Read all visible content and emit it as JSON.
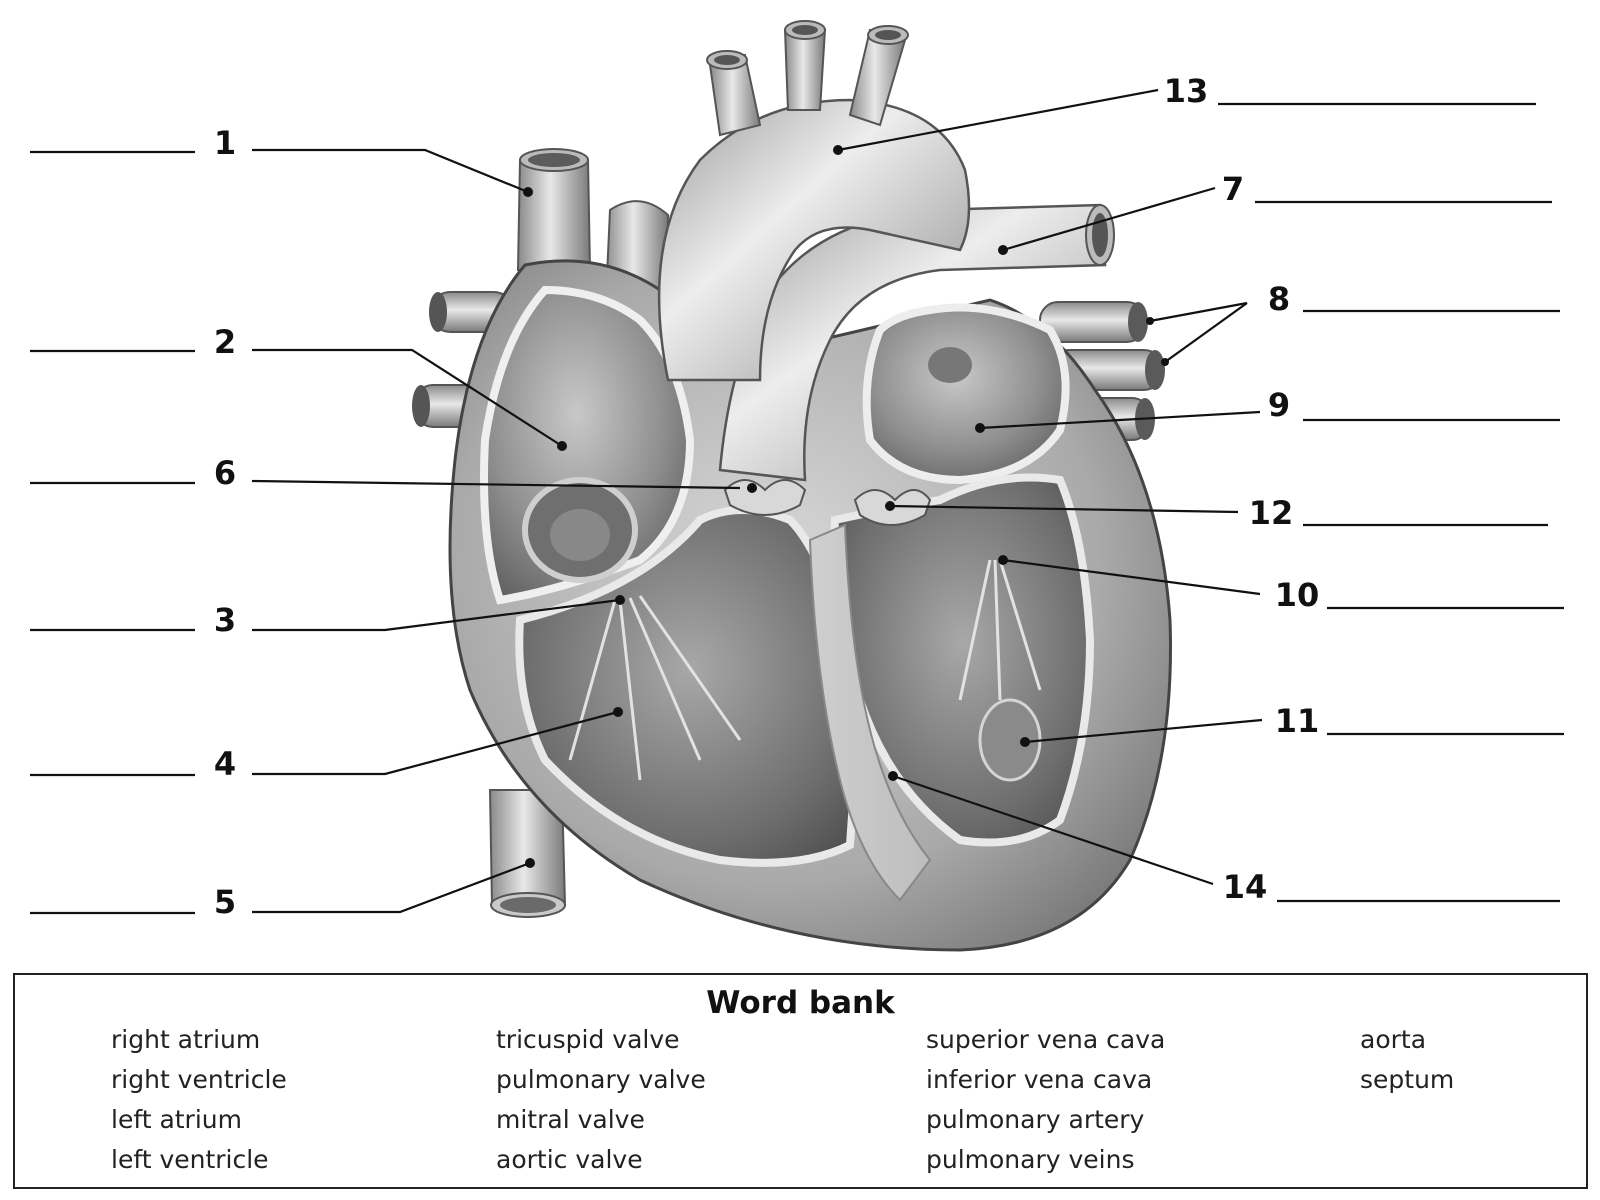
{
  "labels": [
    "1",
    "2",
    "3",
    "4",
    "5",
    "6",
    "7",
    "8",
    "9",
    "10",
    "11",
    "12",
    "13",
    "14"
  ],
  "word_bank": {
    "title": "Word bank",
    "columns": [
      [
        "right atrium",
        "right ventricle",
        "left atrium",
        "left ventricle"
      ],
      [
        "tricuspid valve",
        "pulmonary valve",
        "mitral valve",
        "aortic valve"
      ],
      [
        "superior vena cava",
        "inferior vena cava",
        "pulmonary artery",
        "pulmonary veins"
      ],
      [
        "aorta",
        "septum"
      ]
    ]
  }
}
